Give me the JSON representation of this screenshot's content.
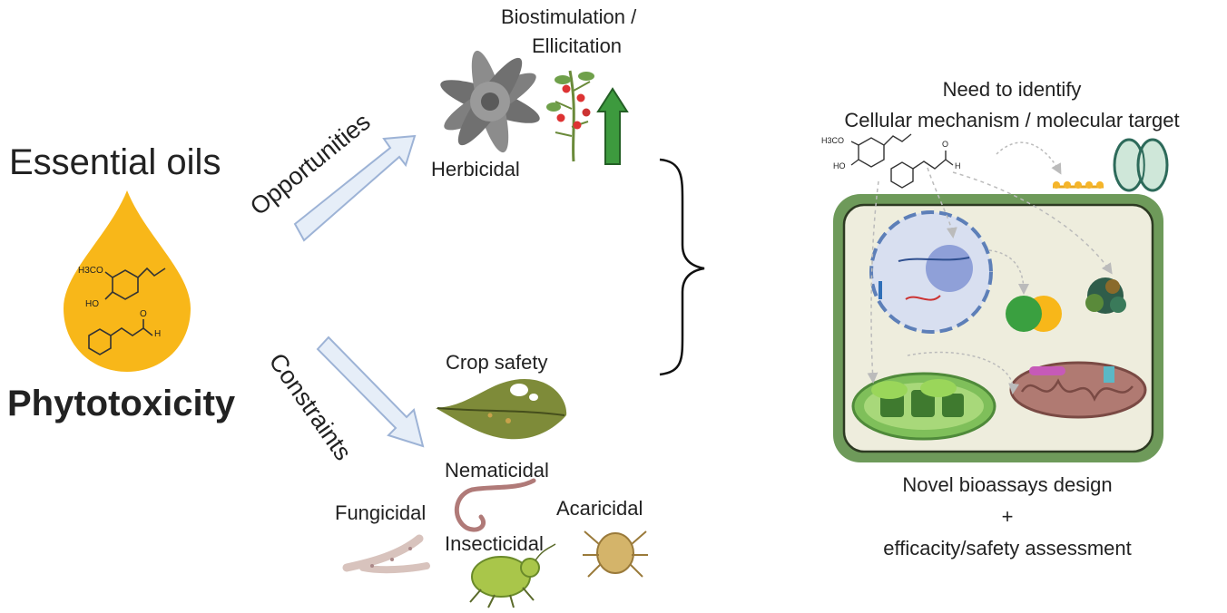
{
  "left": {
    "title": "Essential oils",
    "subtitle": "Phytotoxicity"
  },
  "arrows": {
    "opportunities": "Opportunities",
    "constraints": "Constraints"
  },
  "opportunities": {
    "biostim_line1": "Biostimulation /",
    "biostim_line2": "Ellicitation",
    "herbicidal": "Herbicidal"
  },
  "constraints": {
    "crop_safety": "Crop safety",
    "nematicidal": "Nematicidal",
    "fungicidal": "Fungicidal",
    "acaricidal": "Acaricidal",
    "insecticidal": "Insecticidal"
  },
  "right": {
    "need_line1": "Need to identify",
    "need_line2": "Cellular mechanism / molecular target",
    "bottom_line1": "Novel bioassays design",
    "bottom_line2": "+",
    "bottom_line3": "efficacity/safety assessment"
  },
  "molecule": {
    "methoxy": "H3CO",
    "hydroxy": "HO",
    "aldehyde_o": "O",
    "aldehyde_h": "H"
  },
  "colors": {
    "drop": "#F8B719",
    "arrow_fill": "#E6EEF8",
    "arrow_stroke": "#9DB3D6",
    "cell_wall": "#6E9A5A",
    "cell_inside": "#EEEDDD",
    "growth_arrow": "#3D9A3E"
  }
}
